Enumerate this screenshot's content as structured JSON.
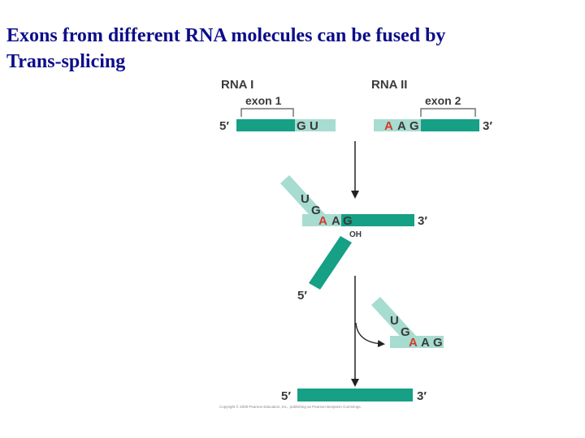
{
  "title": {
    "line1": "Exons from different RNA molecules can be fused by",
    "line2": "Trans-splicing"
  },
  "diagram": {
    "rna1_label": "RNA I",
    "rna2_label": "RNA II",
    "exon1_label": "exon 1",
    "exon2_label": "exon 2",
    "five_prime": "5′",
    "three_prime": "3′",
    "oh_label": "OH",
    "gu": {
      "g": "G",
      "u": "U"
    },
    "aag": {
      "a1": "A",
      "a2": "A",
      "g": "G"
    },
    "copyright": "Copyright © 2009 Pearson Education, Inc., publishing as Pearson Benjamin Cummings."
  },
  "colors": {
    "exon": "#16a085",
    "intron": "#a7dcd0",
    "arrow": "#222222",
    "red_nt": "#d23a2e"
  }
}
